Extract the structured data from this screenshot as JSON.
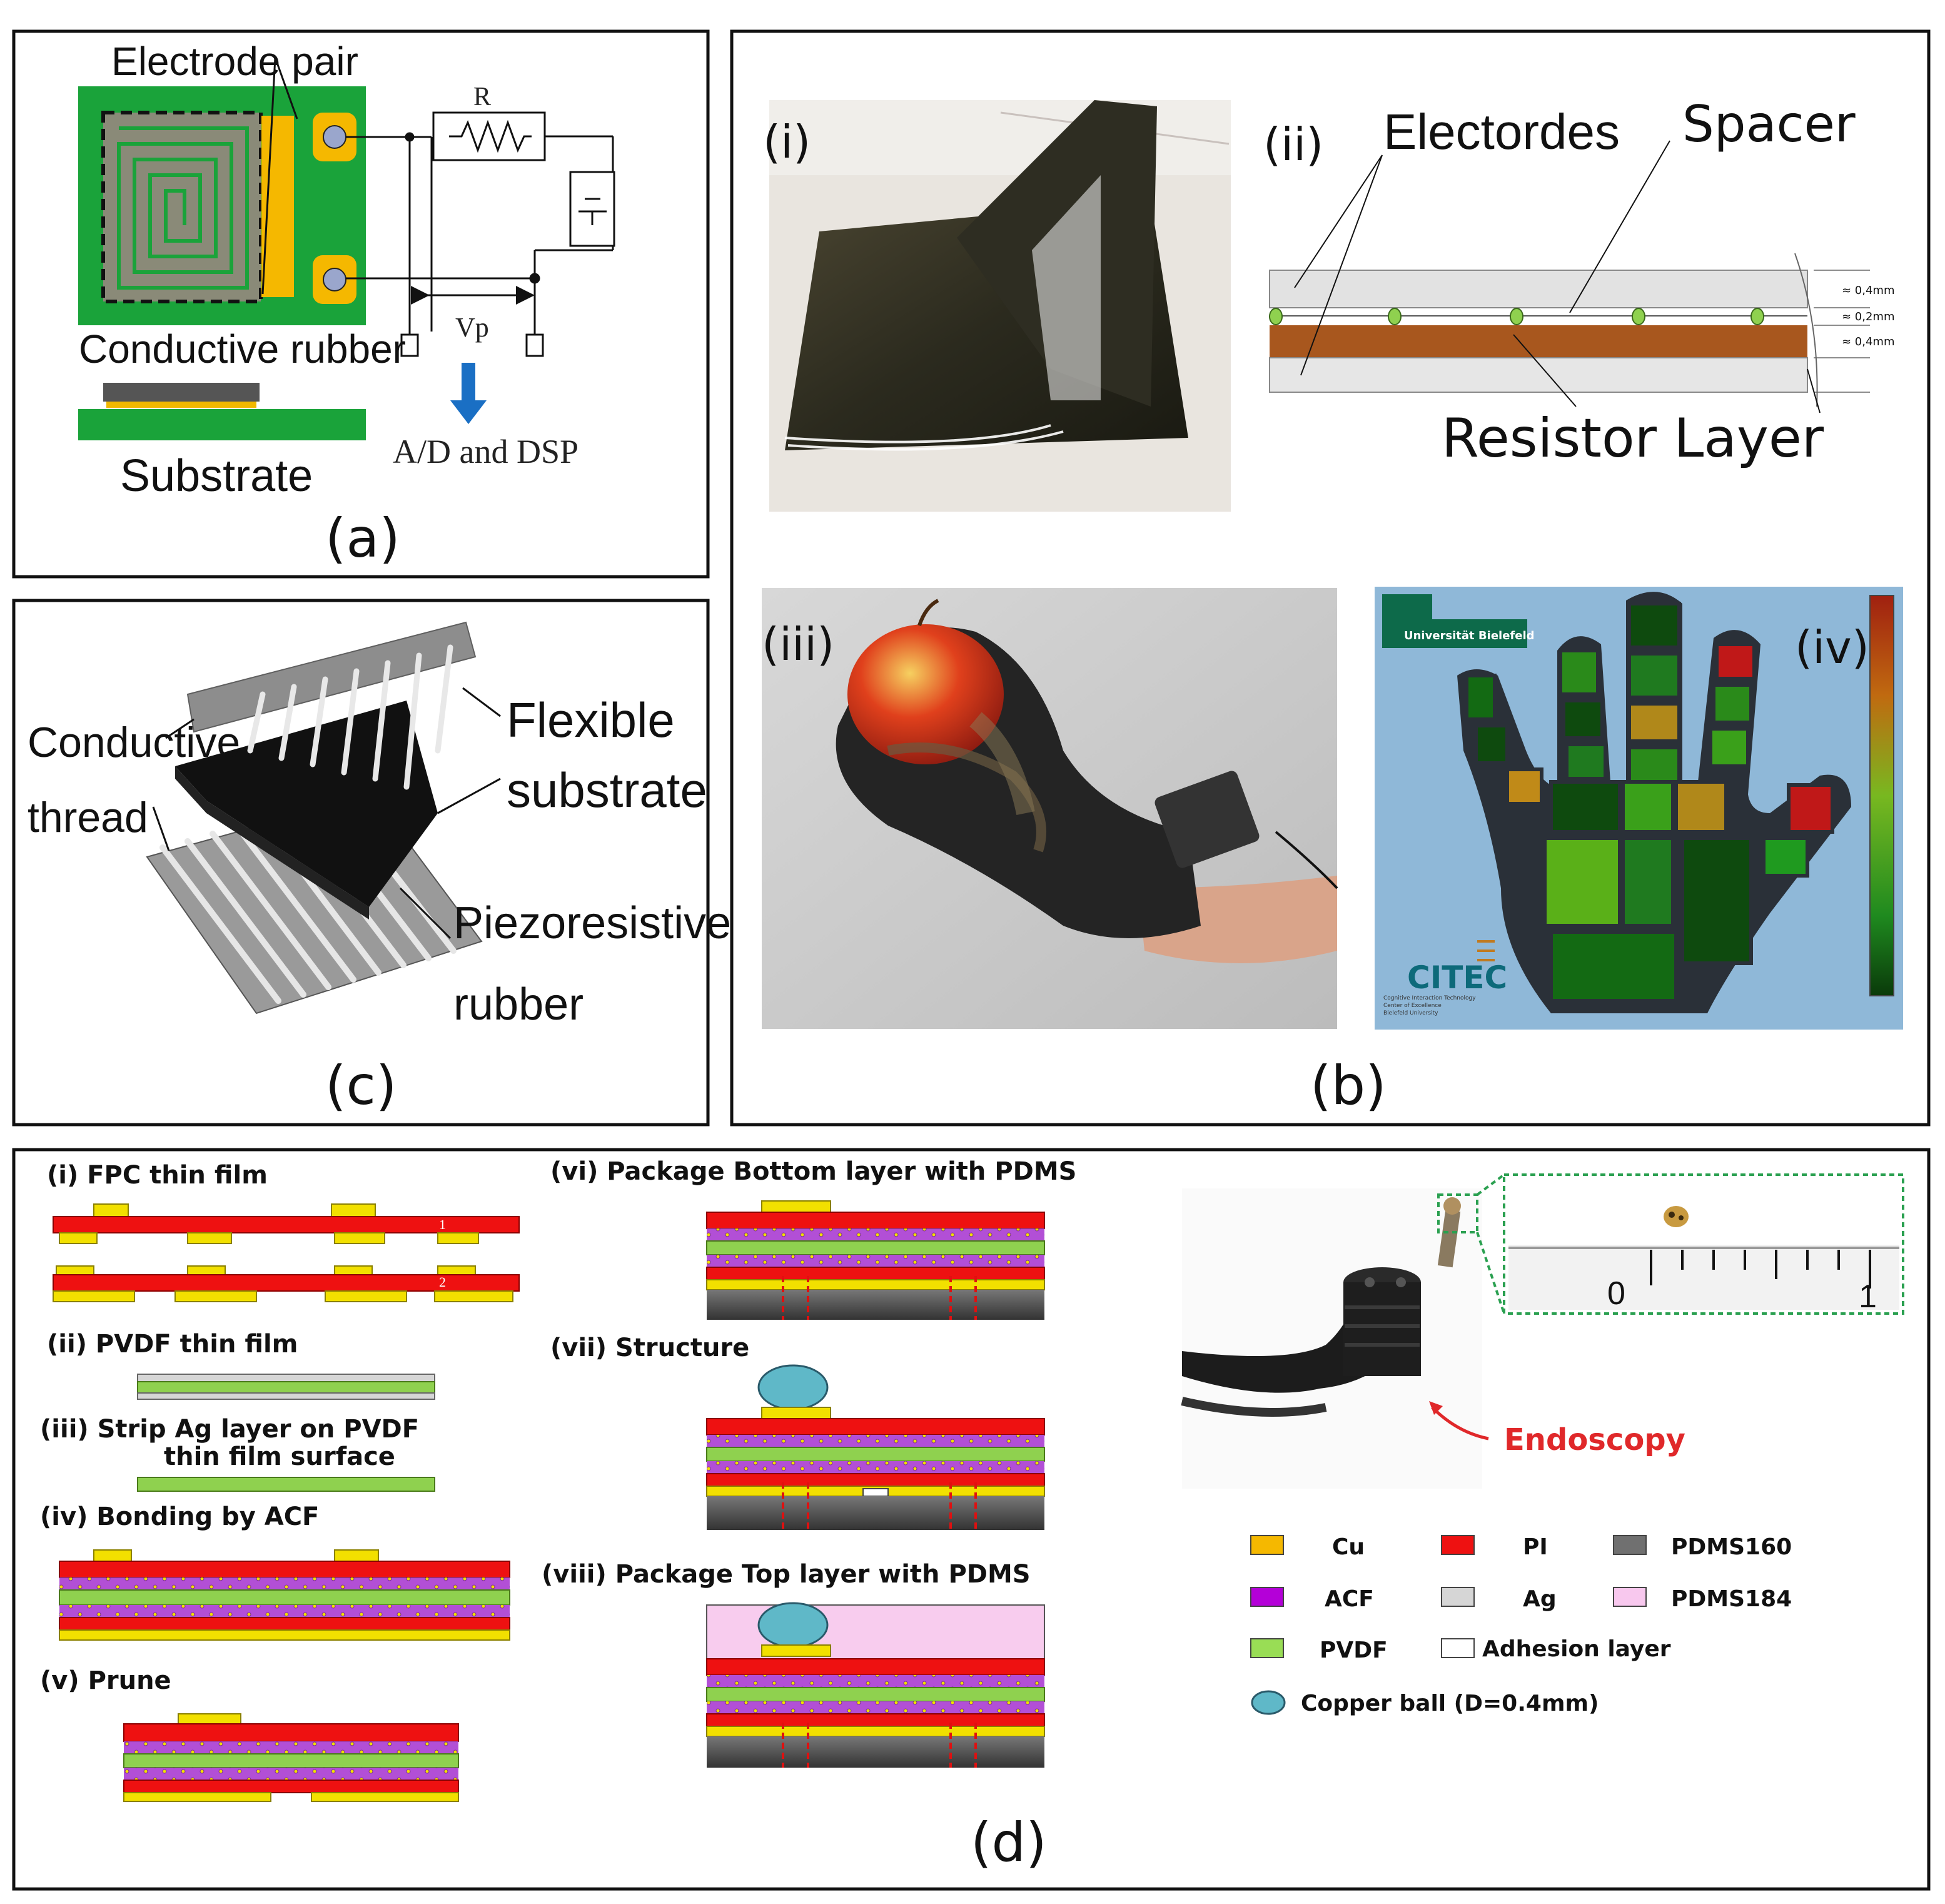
{
  "panel_a": {
    "electrode_pair": "Electrode pair",
    "resistor": "R",
    "vp": "Vp",
    "conductive_rubber": "Conductive rubber",
    "substrate": "Substrate",
    "adc": "A/D and DSP",
    "caption": "(a)"
  },
  "panel_b": {
    "caption": "(b)",
    "sub_i": "(i)",
    "sub_ii": "(ii)",
    "sub_iii": "(iii)",
    "sub_iv": "(iv)",
    "electrodes": "Electordes",
    "spacer": "Spacer",
    "resistor_layer": "Resistor Layer",
    "dim1": "≈ 0,4mm",
    "dim2": "≈ 0,2mm",
    "dim3": "≈ 0,4mm",
    "logo_uni": "Universität Bielefeld",
    "logo_citec": "CITEC",
    "logo_sub1": "Cognitive Interaction Technology",
    "logo_sub2": "Center of Excellence",
    "logo_sub3": "Bielefeld University"
  },
  "panel_c": {
    "caption": "(c)",
    "conductive_thread_1": "Conductive",
    "conductive_thread_2": "thread",
    "flexible_1": "Flexible",
    "flexible_2": "substrate",
    "piezo_1": "Piezoresistive",
    "piezo_2": "rubber"
  },
  "panel_d": {
    "caption": "(d)",
    "step_i": "(i)  FPC thin film",
    "step_ii": "(ii) PVDF thin film",
    "step_iii_1": "(iii)  Strip Ag layer on PVDF",
    "step_iii_2": "thin film surface",
    "step_iv": "(iv) Bonding by ACF",
    "step_v": "(v) Prune",
    "step_vi": "(vi)  Package Bottom layer with PDMS",
    "step_vii": "(vii)  Structure",
    "step_viii": "(viii) Package Top layer with PDMS",
    "label_1": "1",
    "label_2": "2",
    "endoscopy": "Endoscopy",
    "ruler_0": "0",
    "ruler_1": "1",
    "legend": [
      {
        "name": "Cu",
        "color": "#f5b800"
      },
      {
        "name": "PI",
        "color": "#ee1111"
      },
      {
        "name": "PDMS160",
        "color": "#707070"
      },
      {
        "name": "ACF",
        "color": "#b400d8"
      },
      {
        "name": "Ag",
        "color": "#d6d6d6"
      },
      {
        "name": "PDMS184",
        "color": "#f8c8ee"
      },
      {
        "name": "PVDF",
        "color": "#99dd55"
      },
      {
        "name": "Adhesion layer",
        "color": "#ffffff"
      }
    ],
    "copper_ball": "Copper ball (D=0.4mm)"
  },
  "colors": {
    "pcb_green": "#1aa33a",
    "red": "#ee1111",
    "yellow": "#f2e000",
    "purple": "#b24fd6",
    "green_layer": "#8fd14f",
    "gray": "#808080",
    "pink": "#f8ccee",
    "teal": "#5fb8c8",
    "brown": "#a8571e",
    "arrow_blue": "#1a6fc4",
    "endo_red": "#e0282a"
  }
}
